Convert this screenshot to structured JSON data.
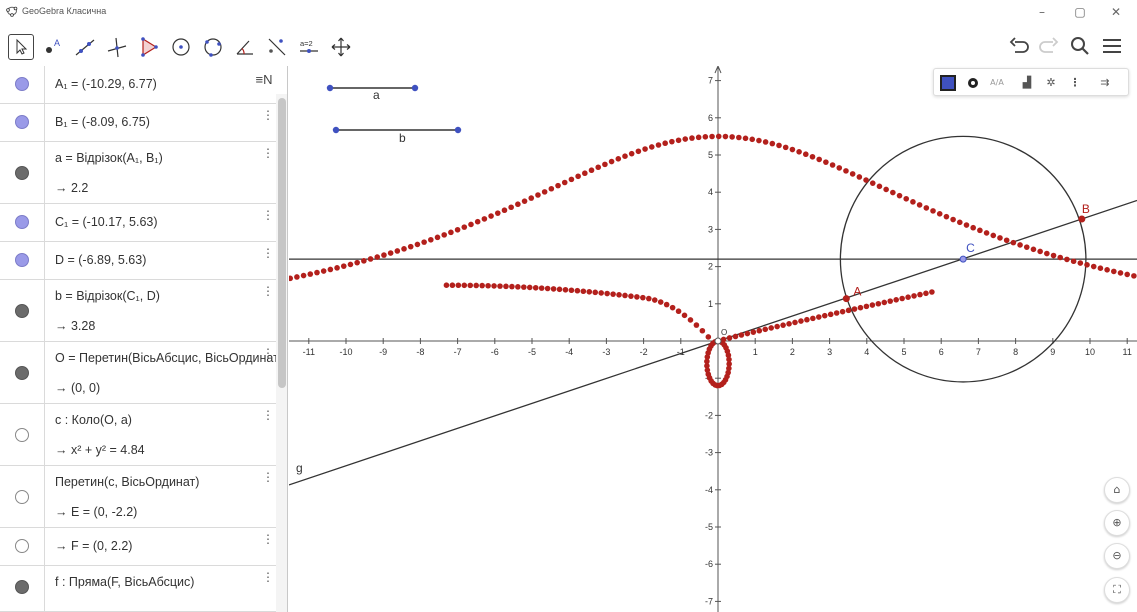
{
  "window": {
    "title": "GeoGebra Класична",
    "minimize": "–",
    "maximize": "▢",
    "close": "✕"
  },
  "toolbar": {
    "tools": [
      "move-tool",
      "point-tool",
      "line-tool",
      "perpendicular-line-tool",
      "polygon-tool",
      "circle-center-point-tool",
      "conic-tool",
      "angle-tool",
      "reflect-tool",
      "slider-tool",
      "move-graphics-view-tool"
    ],
    "slider_label": "a=2",
    "right": [
      "undo-icon",
      "redo-icon",
      "search-icon",
      "menu-icon"
    ]
  },
  "algebra": {
    "menu_icon": "≡N",
    "rows": [
      {
        "marble": "blue",
        "def": "A₁ = (-10.29, 6.77)"
      },
      {
        "marble": "blue",
        "def": "B₁ = (-8.09, 6.75)"
      },
      {
        "marble": "dark",
        "def": "a = Відрізок(A₁, B₁)",
        "val": "→  2.2"
      },
      {
        "marble": "blue",
        "def": "C₁ = (-10.17, 5.63)"
      },
      {
        "marble": "blue",
        "def": "D = (-6.89, 5.63)"
      },
      {
        "marble": "dark",
        "def": "b = Відрізок(C₁, D)",
        "val": "→  3.28"
      },
      {
        "marble": "dark",
        "def": "O = Перетин(ВісьАбсцис, ВісьОрдинат)",
        "val": "→  (0, 0)"
      },
      {
        "marble": "hollow",
        "def": "c : Коло(O, a)",
        "val": "→  x² + y² = 4.84"
      },
      {
        "marble": "hollow",
        "def": "Перетин(c, ВісьОрдинат)",
        "val": "→  E = (0, -2.2)"
      },
      {
        "marble": "hollow",
        "def": "→  F = (0, 2.2)"
      },
      {
        "marble": "dark",
        "def": "f : Пряма(F, ВісьАбсцис)"
      }
    ]
  },
  "graphics": {
    "x_ticks": [
      "-11",
      "-10",
      "-9",
      "-8",
      "-7",
      "-6",
      "-5",
      "-4",
      "-3",
      "-2",
      "-1",
      "1",
      "2",
      "3",
      "4",
      "5",
      "6",
      "7",
      "8",
      "9",
      "10",
      "11"
    ],
    "y_ticks": [
      "7",
      "6",
      "5",
      "4",
      "3",
      "2",
      "1",
      "-1",
      "-2",
      "-3",
      "-4",
      "-5",
      "-6",
      "-7"
    ],
    "origin_label": "O",
    "labels": {
      "segment_a": "a",
      "segment_b": "b",
      "point_A": "A",
      "point_B": "B",
      "point_C": "C",
      "line_g": "g"
    },
    "colors": {
      "locus": "#b3201c",
      "points": "#3f51c0",
      "line": "#333333",
      "axis": "#555555"
    },
    "nav": [
      "home-icon",
      "zoom-in-icon",
      "zoom-out-icon",
      "fullscreen-icon"
    ]
  }
}
